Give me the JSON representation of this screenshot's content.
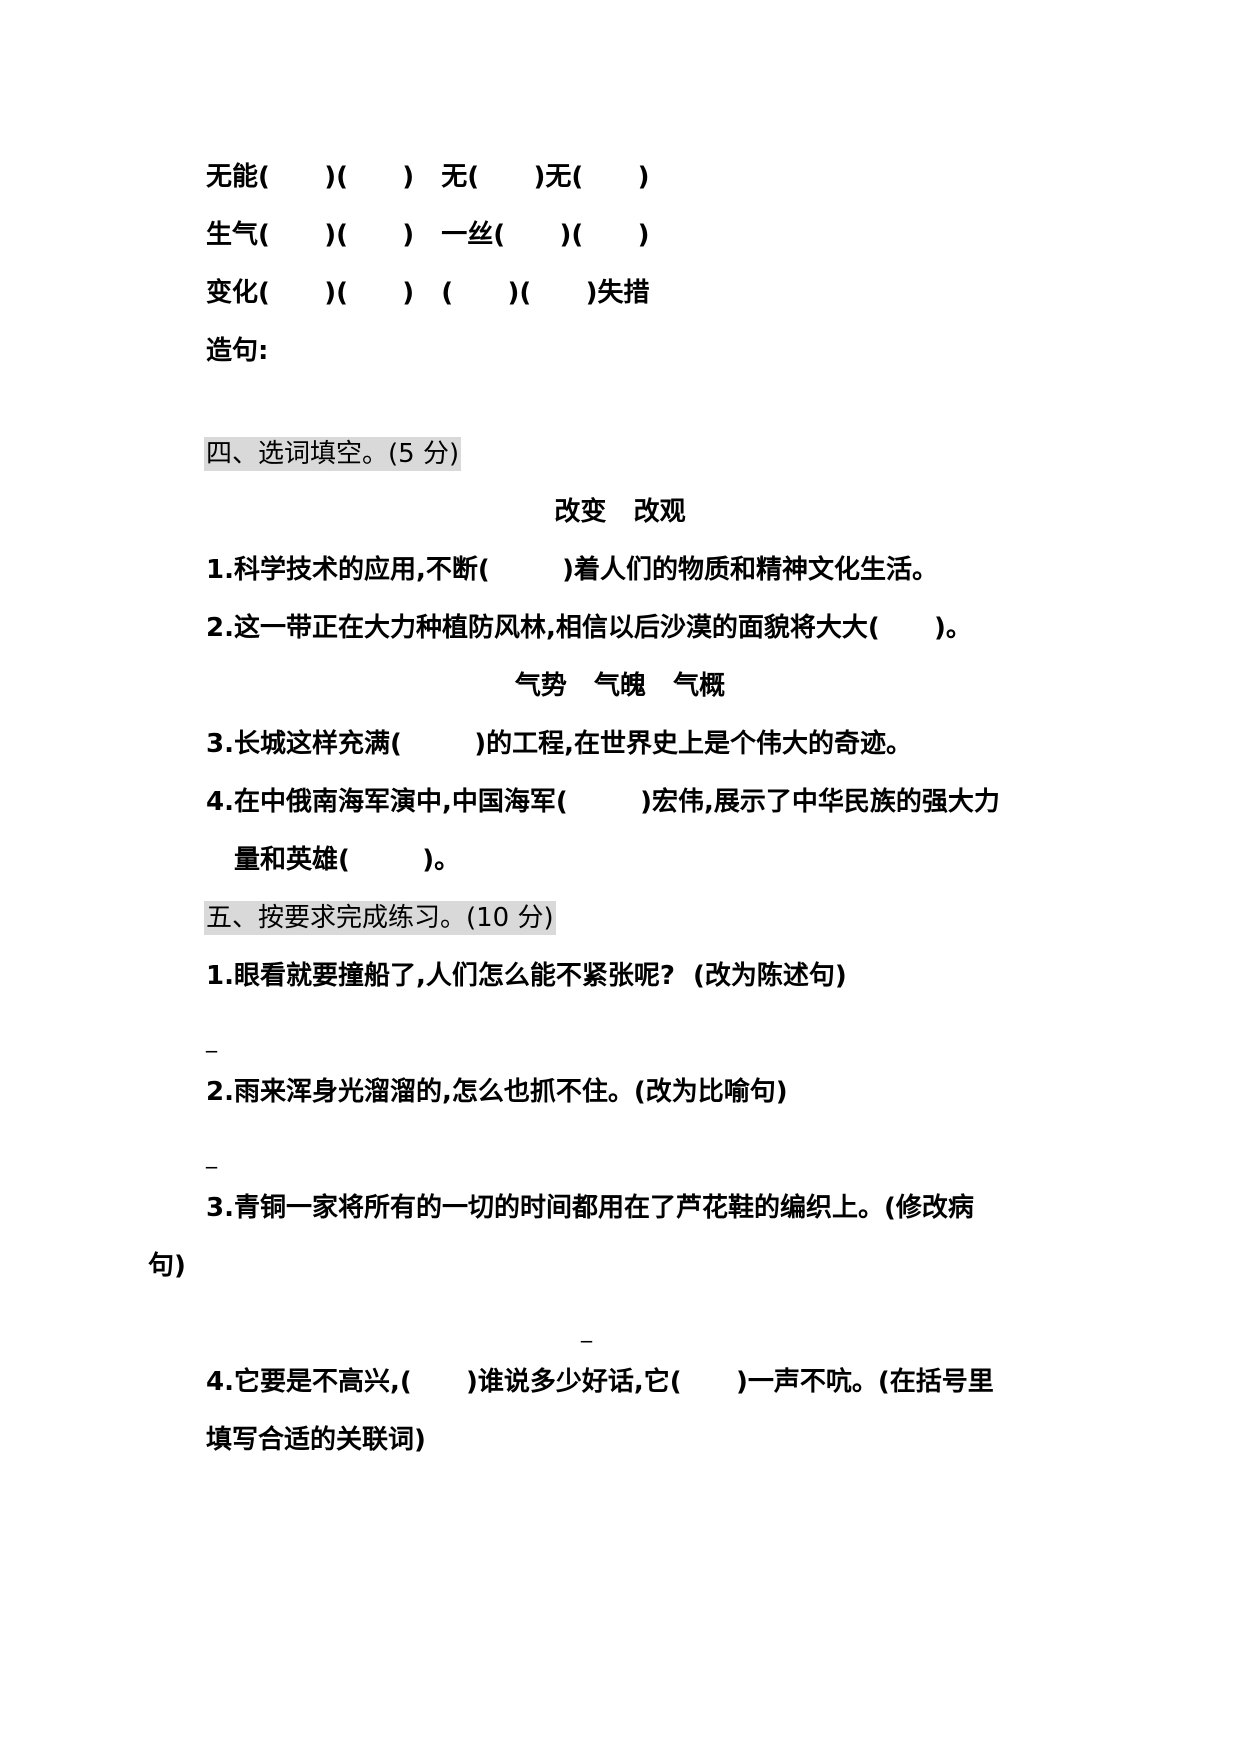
{
  "section3_tail": {
    "rows": [
      "无能(      )(      )   无(      )无(      )",
      "生气(      )(      )   一丝(      )(      )",
      "变化(      )(      )   (      )(      )失措"
    ],
    "make_sentence_label": "造句:"
  },
  "section4": {
    "heading": "四、选词填空。(5 分)",
    "word_group_1": "改变   改观",
    "q1": "1.科学技术的应用,不断(        )着人们的物质和精神文化生活。",
    "q2": "2.这一带正在大力种植防风林,相信以后沙漠的面貌将大大(      )。",
    "word_group_2": "气势   气魄   气概",
    "q3": "3.长城这样充满(        )的工程,在世界史上是个伟大的奇迹。",
    "q4_line1": "4.在中俄南海军演中,中国海军(        )宏伟,展示了中华民族的强大力",
    "q4_line2": "量和英雄(        )。"
  },
  "section5": {
    "heading": "五、按要求完成练习。(10 分)",
    "q1": "1.眼看就要撞船了,人们怎么能不紧张呢?  (改为陈述句)",
    "q1_answer": "_",
    "q2": "2.雨来浑身光溜溜的,怎么也抓不住。(改为比喻句)",
    "q2_answer": "_",
    "q3_line1": "3.青铜一家将所有的一切的时间都用在了芦花鞋的编织上。(修改病",
    "q3_line2": "句)",
    "q3_answer": "_",
    "q4_line1": "4.它要是不高兴,(      )谁说多少好话,它(      )一声不吭。(在括号里",
    "q4_line2": "填写合适的关联词)"
  }
}
